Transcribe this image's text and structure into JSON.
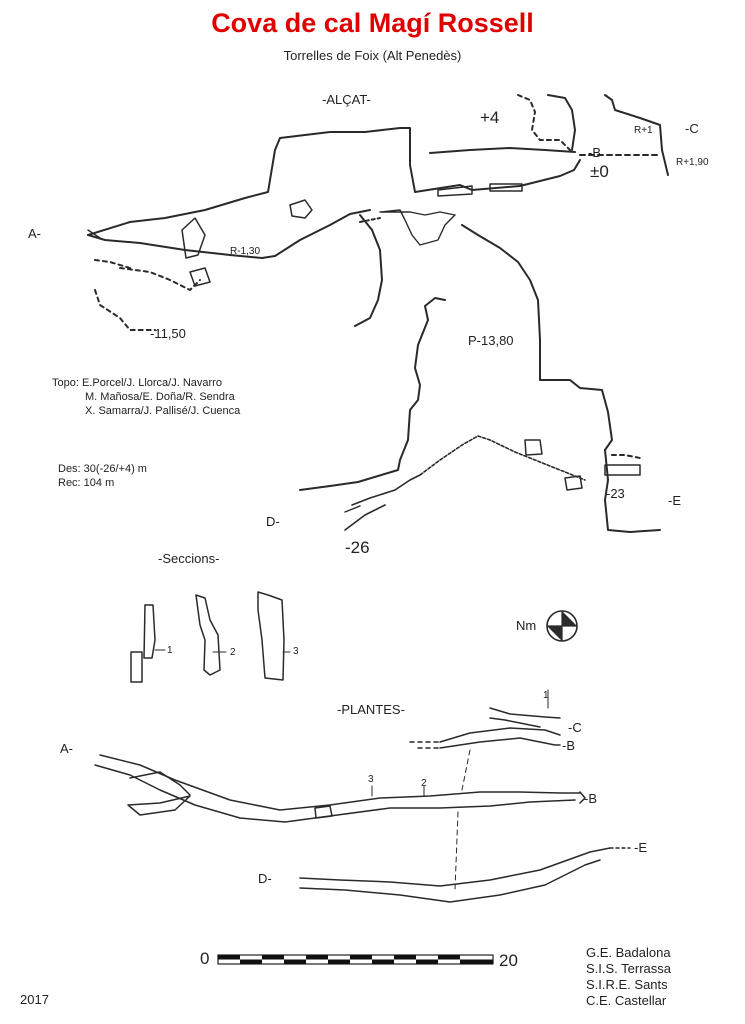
{
  "title": "Cova de cal Magí Rossell",
  "subtitle": "Torrelles de Foix (Alt Penedès)",
  "elevation": {
    "heading": "-ALÇAT-",
    "points": {
      "A": "A-",
      "B": "-B",
      "C": "-C",
      "D": "D-",
      "E": "-E"
    },
    "depths": {
      "plus4": "+4",
      "zero": "±0",
      "r_plus_1": "R+1",
      "r_plus_1_90": "R+1,90",
      "r_minus_1_30": "R-1,30",
      "minus_11_50": "-11,50",
      "p_13_80": "P-13,80",
      "minus_23": "-23",
      "minus_26": "-26"
    }
  },
  "credits": {
    "lines": [
      "Topo: E.Porcel/J. Llorca/J. Navarro",
      "M. Mañosa/E. Doña/R. Sendra",
      "X. Samarra/J. Pallisé/J. Cuenca"
    ]
  },
  "development": {
    "des": "Des: 30(-26/+4) m",
    "rec": "Rec: 104 m"
  },
  "sections": {
    "heading": "-Seccions-",
    "labels": [
      "1",
      "2",
      "3"
    ]
  },
  "north": {
    "label": "Nm"
  },
  "plan": {
    "heading": "-PLANTES-",
    "points": {
      "A": "A-",
      "B1": "-B",
      "B2": "-B",
      "C": "-C",
      "D": "D-",
      "E": "-E"
    },
    "section_marks": [
      "1",
      "2",
      "3"
    ]
  },
  "scale": {
    "min": "0",
    "max": "20"
  },
  "groups": [
    "G.E. Badalona",
    "S.I.S. Terrassa",
    "S.I.R.E. Sants",
    "C.E. Castellar"
  ],
  "year": "2017"
}
